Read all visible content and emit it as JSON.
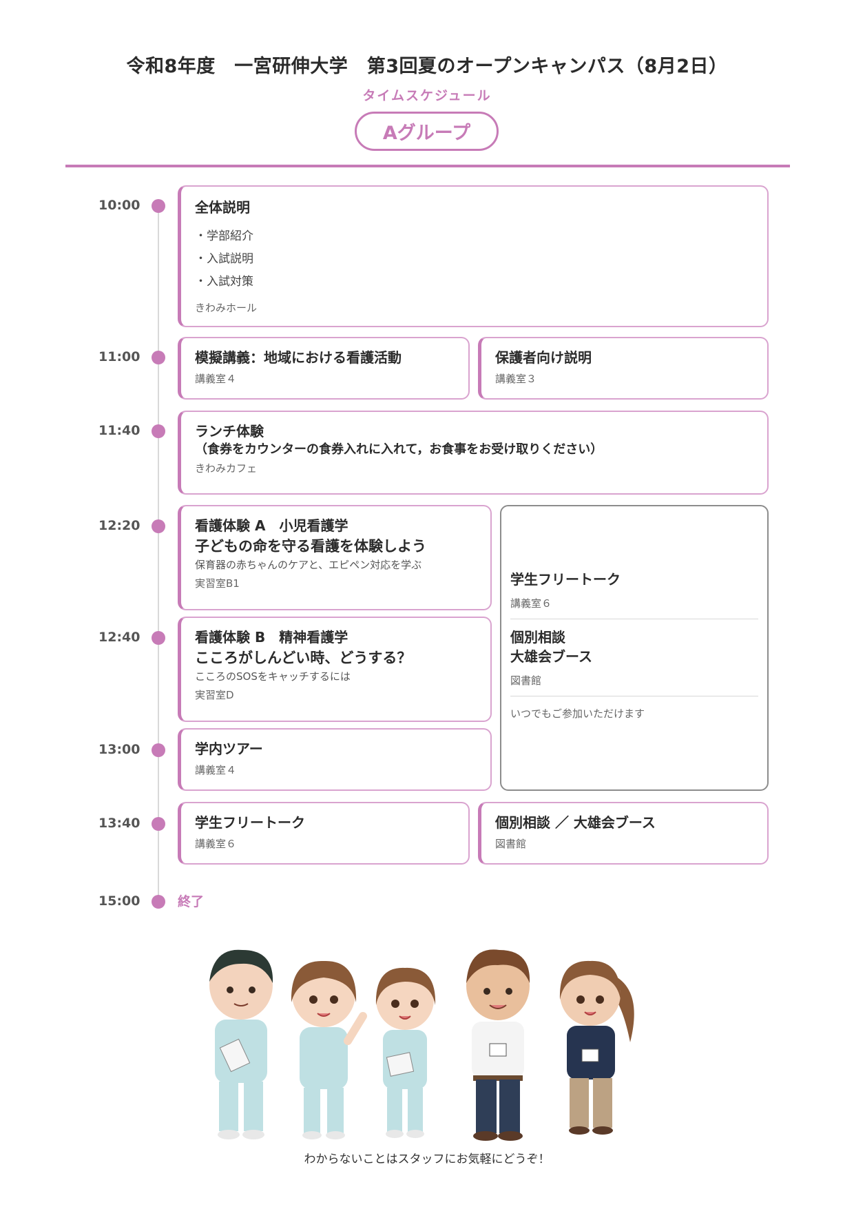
{
  "header": {
    "title": "令和8年度　一宮研伸大学　第3回夏のオープンキャンパス（8月2日）",
    "subtitle": "タイムスケジュール",
    "group": "Aグループ"
  },
  "times": [
    "10:00",
    "11:00",
    "11:40",
    "12:20",
    "12:40",
    "13:00",
    "13:40",
    "15:00"
  ],
  "end_label": "終了",
  "s1000": {
    "title": "全体説明",
    "items": [
      "・学部紹介",
      "・入試説明",
      "・入試対策"
    ],
    "location": "きわみホール"
  },
  "s1100": [
    {
      "title": "模擬講義：地域における看護活動",
      "location": "講義室４"
    },
    {
      "title": "保護者向け説明",
      "location": "講義室３"
    }
  ],
  "s1140": {
    "title": "ランチ体験",
    "note": "（食券をカウンターの食券入れに入れて，お食事をお受け取りください）",
    "location": "きわみカフェ"
  },
  "s1220": {
    "title": "看護体験 A　小児看護学",
    "subtitle": "子どもの命を守る看護を体験しよう",
    "desc": "保育器の赤ちゃんのケアと、エピペン対応を学ぶ",
    "location": "実習室B1"
  },
  "s1240": {
    "title": "看護体験 B　精神看護学",
    "subtitle": "こころがしんどい時、どうする？",
    "desc": "こころのSOSをキャッチするには",
    "location": "実習室D"
  },
  "s1300": {
    "title": "学内ツアー",
    "location": "講義室４"
  },
  "anytime": {
    "talk_title": "学生フリートーク",
    "talk_location": "講義室６",
    "consult_title_1": "個別相談",
    "consult_title_2": "大雄会ブース",
    "consult_location": "図書館",
    "note": "いつでもご参加いただけます"
  },
  "s1340": [
    {
      "title": "学生フリートーク",
      "location": "講義室６"
    },
    {
      "title": "個別相談 ／ 大雄会ブース",
      "location": "図書館"
    }
  ],
  "footer": "わからないことはスタッフにお気軽にどうぞ！",
  "colors": {
    "accent": "#c77bb7",
    "accent_light": "#d9a3cf",
    "gray_border": "#8c8c8c"
  },
  "illustration": {
    "description_icon": "staff-group-illustration"
  }
}
